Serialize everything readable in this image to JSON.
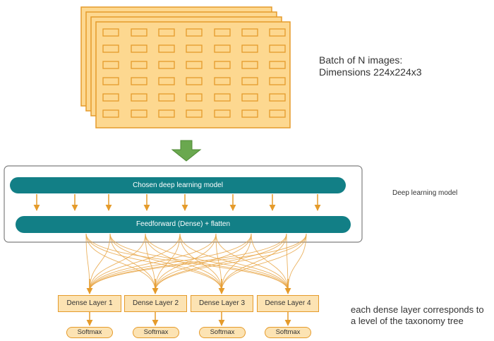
{
  "batch": {
    "label_line1": "Batch of N images:",
    "label_line2": "Dimensions 224x224x3"
  },
  "model": {
    "box_label": "Deep learning model",
    "base_model": "Chosen deep learning model",
    "feedforward": "Feedforward (Dense) + flatten"
  },
  "dense_layers": [
    "Dense Layer 1",
    "Dense Layer 2",
    "Dense Layer 3",
    "Dense Layer 4"
  ],
  "softmax_labels": [
    "Softmax",
    "Softmax",
    "Softmax",
    "Softmax"
  ],
  "note": {
    "line1": "each dense layer corresponds to",
    "line2": "a level of the taxonomy tree"
  },
  "colors": {
    "image_fill": "#fdd890",
    "image_border": "#e59b2b",
    "teal": "#127f86",
    "orange": "#e59b2b",
    "green_arrow": "#6aa84f",
    "dense_fill": "#fce3b3"
  }
}
